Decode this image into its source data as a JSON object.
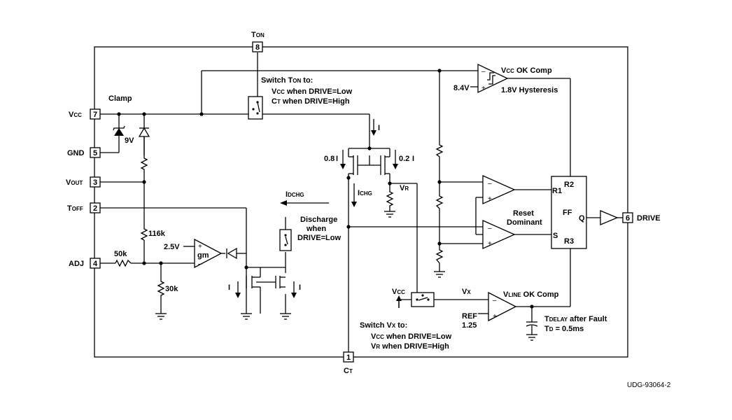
{
  "pins": {
    "ton": {
      "number": "8",
      "label": "T",
      "sub": "ON"
    },
    "vcc": {
      "number": "7",
      "label": "V",
      "sub": "CC"
    },
    "gnd": {
      "number": "5",
      "label": "GND"
    },
    "vout": {
      "number": "3",
      "label": "V",
      "sub": "OUT"
    },
    "toff": {
      "number": "2",
      "label": "T",
      "sub": "OFF"
    },
    "adj": {
      "number": "4",
      "label": "ADJ"
    },
    "ct": {
      "number": "1",
      "label": "C",
      "sub": "T"
    },
    "drive": {
      "number": "6",
      "label": "DRIVE"
    }
  },
  "labels": {
    "clamp": "Clamp",
    "zener": "9V",
    "r116k": "116k",
    "r50k": "50k",
    "r30k": "30k",
    "ref25": "2.5V",
    "gm": "gm",
    "switch_ton_title": "Switch T",
    "switch_ton_title_sub": "ON",
    "switch_ton_title_end": " to:",
    "switch_ton_line1_a": "V",
    "switch_ton_line1_sub": "CC",
    "switch_ton_line1_b": " when DRIVE=Low",
    "switch_ton_line2_a": "C",
    "switch_ton_line2_sub": "T",
    "switch_ton_line2_b": "  when DRIVE=High",
    "i_current": "I",
    "mirror_08": "0.8",
    "mirror_02": "0.2",
    "i_chg": "I",
    "i_chg_sub": "CHG",
    "i_dchg": "I",
    "i_dchg_sub": "DCHG",
    "vr": "V",
    "vr_sub": "R",
    "discharge_1": "Discharge",
    "discharge_2": "when",
    "discharge_3": "DRIVE=Low",
    "vcc_ok_a": "V",
    "vcc_ok_sub": "CC",
    "vcc_ok_b": " OK Comp",
    "v84": "8.4V",
    "hysteresis": "1.8V Hysteresis",
    "reset_1": "Reset",
    "reset_2": "Dominant",
    "ff_r1": "R1",
    "ff_r2": "R2",
    "ff_r3": "R3",
    "ff_s": "S",
    "ff_ff": "FF",
    "ff_q": "Q",
    "vline_ok_a": "V",
    "vline_ok_sub": "LINE",
    "vline_ok_b": " OK Comp",
    "ref_1": "REF",
    "ref_2": "1.25",
    "tdelay_a": "T",
    "tdelay_sub": "DELAY",
    "tdelay_b": " after Fault",
    "td_a": "T",
    "td_sub": "D",
    "td_b": " = 0.5ms",
    "vcc_sw_a": "V",
    "vcc_sw_sub": "CC",
    "vx_a": "V",
    "vx_sub": "X",
    "switch_vx_title": "Switch V",
    "switch_vx_title_sub": "X",
    "switch_vx_title_end": " to:",
    "switch_vx_line1_a": "V",
    "switch_vx_line1_sub": "CC",
    "switch_vx_line1_b": " when DRIVE=Low",
    "switch_vx_line2_a": "V",
    "switch_vx_line2_sub": "R",
    "switch_vx_line2_b": "  when DRIVE=High",
    "plus": "+",
    "minus": "–",
    "figure_id": "UDG-93064-2"
  }
}
